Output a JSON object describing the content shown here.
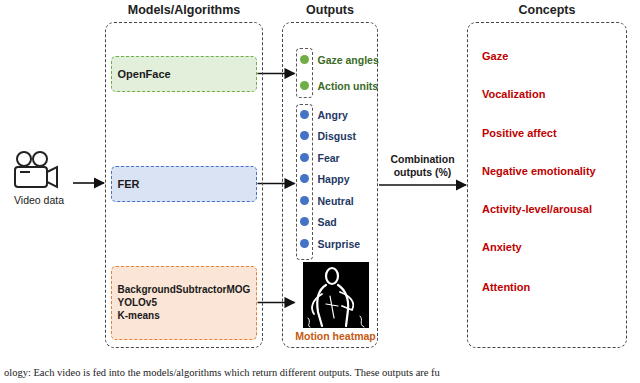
{
  "diagram": {
    "caption": "ology: Each video is fed into the models/algorithms which return different outputs. These outputs are fu",
    "nodes": [
      {
        "text": [
          "Video data"
        ]
      },
      {
        "text": [
          "Models/Algorithms"
        ]
      },
      {
        "text": [
          "OpenFace"
        ],
        "in": 1
      },
      {
        "text": [
          "FER"
        ],
        "in": 1
      },
      {
        "text": [
          "BackgroundSubtractorMOG",
          "YOLOv5",
          "K-means"
        ],
        "in": 1
      },
      {
        "text": [
          "Outputs"
        ]
      },
      {
        "text": [
          "Gaze angles",
          "Action units"
        ],
        "in": 5
      },
      {
        "text": [
          "Angry",
          "Disgust",
          "Fear",
          "Happy",
          "Neutral",
          "Sad",
          "Surprise"
        ],
        "in": 5
      },
      {
        "text": [
          "Motion heatmap"
        ],
        "in": 5
      },
      {
        "text": [
          "Concepts",
          "Gaze",
          "Vocalization",
          "Positive affect",
          "Negative emotionality",
          "Activity-level/arousal",
          "Anxiety",
          "Attention"
        ]
      }
    ],
    "edges": [
      {
        "from": 0,
        "to": 1,
        "arrow": "to"
      },
      {
        "from": 2,
        "to": 6,
        "arrow": "to"
      },
      {
        "from": 3,
        "to": 7,
        "arrow": "to"
      },
      {
        "from": 4,
        "to": 8,
        "arrow": "to"
      },
      {
        "from": 5,
        "to": 9,
        "label": "Combination outputs (%)",
        "arrow": "to"
      }
    ]
  }
}
